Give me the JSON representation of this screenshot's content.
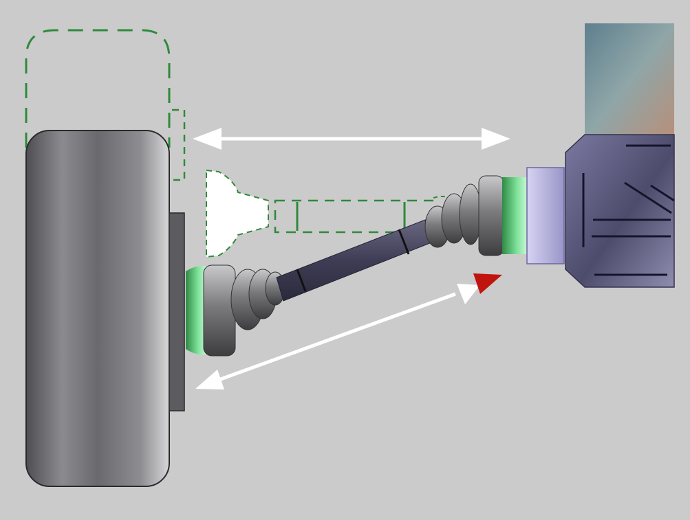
{
  "diagram": {
    "colors": {
      "background": "#cbcbcb",
      "tire": "#6e6e72",
      "hub": "#5a5a5e",
      "shaft": "#4b4a63",
      "boot": "#8a8a8c",
      "joint_green": "#56b86e",
      "ghost_outline": "#2f8a3a",
      "ghost_joint": "#ffffff",
      "gearbox": "#5a5878",
      "flange": "#b9b6e0",
      "body_panel": "#7e96a2",
      "arrow_white": "#ffffff",
      "arrow_red": "#c0150f"
    },
    "elements": [
      "wheel-tire",
      "ghost-wheel-raised",
      "wheel-hub",
      "ghost-hub",
      "outer-cv-joint",
      "drive-shaft",
      "inner-cv-joint",
      "ghost-drive-shaft",
      "transmission-housing",
      "output-flange",
      "body-panel",
      "length-arrow-straight",
      "length-arrow-angled",
      "red-direction-arrow"
    ]
  }
}
